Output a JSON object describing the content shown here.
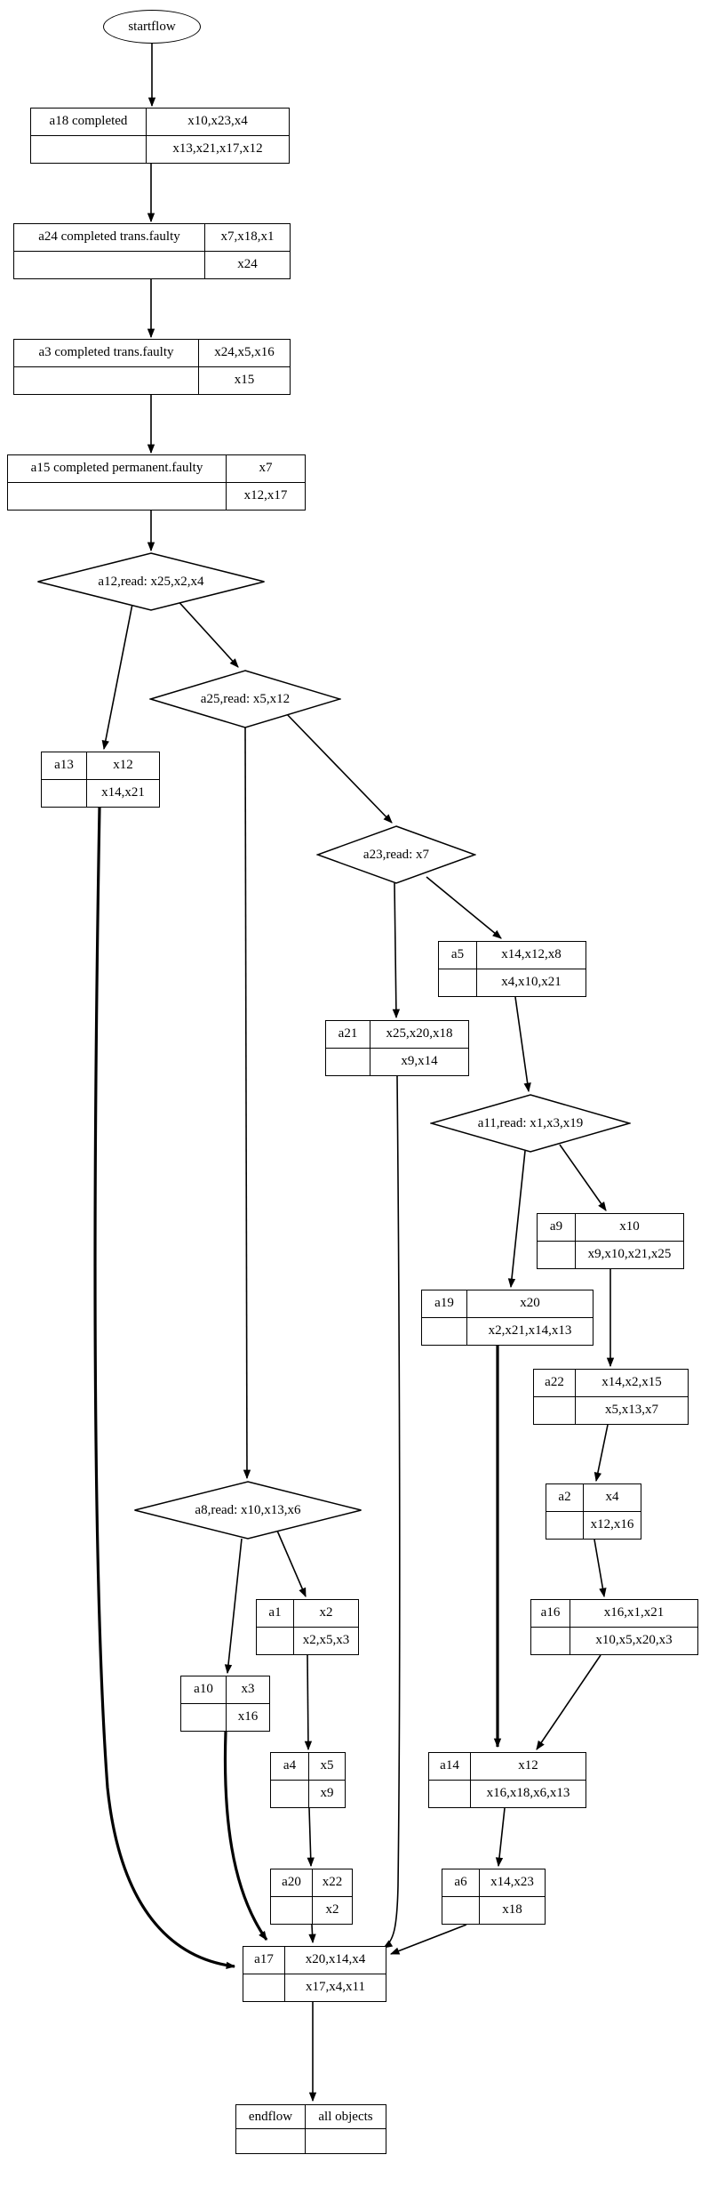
{
  "diagram": {
    "colors": {
      "background": "#ffffff",
      "stroke": "#000000",
      "node_fill": "#ffffff"
    },
    "nodes": {
      "startflow": {
        "label": "startflow"
      },
      "a18": {
        "name": "a18 completed",
        "row1": "x10,x23,x4",
        "row2": "x13,x21,x17,x12"
      },
      "a24": {
        "name": "a24 completed trans.faulty",
        "row1": "x7,x18,x1",
        "row2": "x24"
      },
      "a3": {
        "name": "a3 completed trans.faulty",
        "row1": "x24,x5,x16",
        "row2": "x15"
      },
      "a15": {
        "name": "a15 completed permanent.faulty",
        "row1": "x7",
        "row2": "x12,x17"
      },
      "a12": {
        "label": "a12,read: x25,x2,x4"
      },
      "a25": {
        "label": "a25,read: x5,x12"
      },
      "a13": {
        "name": "a13",
        "row1": "x12",
        "row2": "x14,x21"
      },
      "a23": {
        "label": "a23,read: x7"
      },
      "a5": {
        "name": "a5",
        "row1": "x14,x12,x8",
        "row2": "x4,x10,x21"
      },
      "a21": {
        "name": "a21",
        "row1": "x25,x20,x18",
        "row2": "x9,x14"
      },
      "a11": {
        "label": "a11,read: x1,x3,x19"
      },
      "a9": {
        "name": "a9",
        "row1": "x10",
        "row2": "x9,x10,x21,x25"
      },
      "a19": {
        "name": "a19",
        "row1": "x20",
        "row2": "x2,x21,x14,x13"
      },
      "a22": {
        "name": "a22",
        "row1": "x14,x2,x15",
        "row2": "x5,x13,x7"
      },
      "a2": {
        "name": "a2",
        "row1": "x4",
        "row2": "x12,x16"
      },
      "a16": {
        "name": "a16",
        "row1": "x16,x1,x21",
        "row2": "x10,x5,x20,x3"
      },
      "a8": {
        "label": "a8,read: x10,x13,x6"
      },
      "a1": {
        "name": "a1",
        "row1": "x2",
        "row2": "x2,x5,x3"
      },
      "a10": {
        "name": "a10",
        "row1": "x3",
        "row2": "x16"
      },
      "a4": {
        "name": "a4",
        "row1": "x5",
        "row2": "x9"
      },
      "a14": {
        "name": "a14",
        "row1": "x12",
        "row2": "x16,x18,x6,x13"
      },
      "a20": {
        "name": "a20",
        "row1": "x22",
        "row2": "x2"
      },
      "a6": {
        "name": "a6",
        "row1": "x14,x23",
        "row2": "x18"
      },
      "a17": {
        "name": "a17",
        "row1": "x20,x14,x4",
        "row2": "x17,x4,x11"
      },
      "endflow": {
        "name": "endflow",
        "row1": "all objects",
        "row2": ""
      }
    },
    "edges": [
      "startflow->a18",
      "a18->a24",
      "a24->a3",
      "a3->a15",
      "a15->a12",
      "a12->a13",
      "a12->a25",
      "a25->a23",
      "a25->a8",
      "a23->a5",
      "a23->a21",
      "a5->a11",
      "a21->a17",
      "a11->a9",
      "a11->a19",
      "a9->a22",
      "a19->a14",
      "a22->a2",
      "a2->a16",
      "a16->a14",
      "a8->a1",
      "a8->a10",
      "a1->a4",
      "a4->a20",
      "a20->a17",
      "a10->a17",
      "a13->a17",
      "a14->a6",
      "a6->a17",
      "a17->endflow"
    ]
  }
}
